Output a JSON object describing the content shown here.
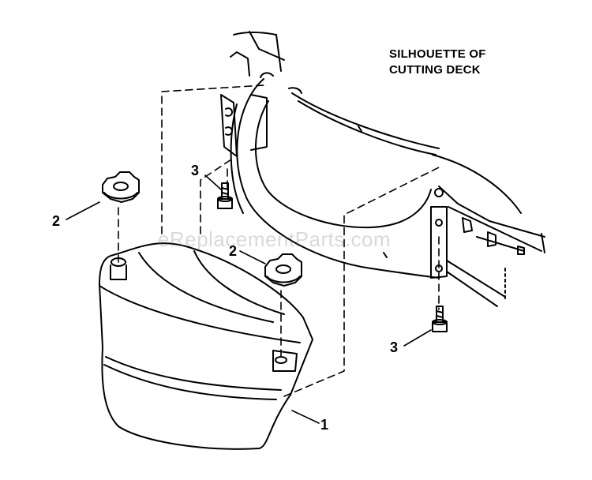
{
  "title": {
    "line1": "SILHOUETTE OF",
    "line2": "CUTTING DECK"
  },
  "callouts": {
    "c1": "1",
    "c2a": "2",
    "c2b": "2",
    "c3a": "3",
    "c3b": "3"
  },
  "watermark": "eReplacementParts.com",
  "colors": {
    "ink": "#000000",
    "background": "#ffffff"
  }
}
